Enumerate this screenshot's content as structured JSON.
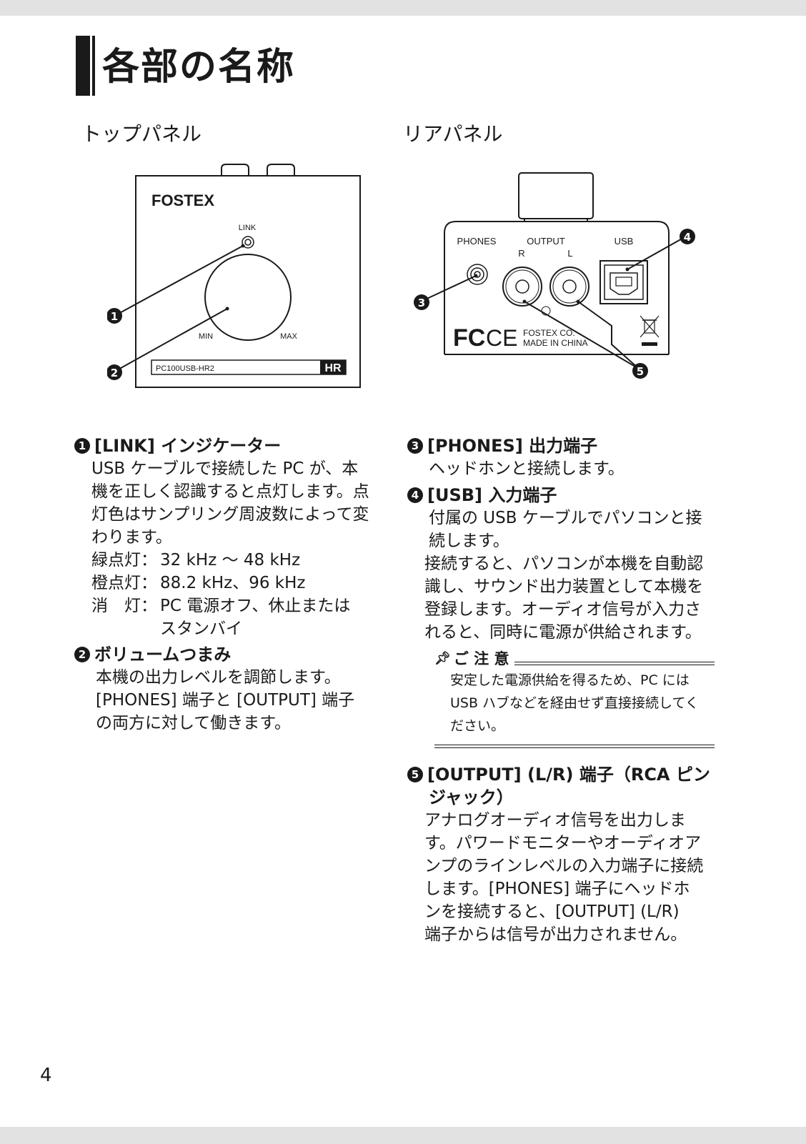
{
  "page": {
    "title": "各部の名称",
    "page_number": "4"
  },
  "top_panel": {
    "heading": "トップパネル",
    "brand": "FOSTEX",
    "link_label": "LINK",
    "min_label": "MIN",
    "max_label": "MAX",
    "model": "PC100USB-HR2",
    "hr_badge": "HR",
    "callout_1": "1",
    "callout_2": "2"
  },
  "rear_panel": {
    "heading": "リアパネル",
    "phones_label": "PHONES",
    "output_label": "OUTPUT",
    "r_label": "R",
    "l_label": "L",
    "usb_label": "USB",
    "fcc_mark": "FC",
    "ce_mark": "CE",
    "maker_line1": "FOSTEX CO.",
    "maker_line2": "MADE IN CHINA",
    "callout_3": "3",
    "callout_4": "4",
    "callout_5": "5"
  },
  "items": {
    "link": {
      "num": "1",
      "title": "[LINK] インジケーター",
      "lines": [
        "USB ケーブルで接続した PC が、本",
        "機を正しく認識すると点灯します。点",
        "灯色はサンプリング周波数によって変",
        "わります。"
      ],
      "rows": [
        {
          "label": "緑点灯：",
          "value": "32 kHz ～ 48 kHz"
        },
        {
          "label": "橙点灯：",
          "value": "88.2 kHz、96 kHz"
        },
        {
          "label": "消　灯：",
          "value": "PC 電源オフ、休止または"
        },
        {
          "label": "",
          "value": "スタンバイ"
        }
      ]
    },
    "volume": {
      "num": "2",
      "title": "ボリュームつまみ",
      "lines": [
        "本機の出力レベルを調節します。",
        "[PHONES] 端子と [OUTPUT] 端子",
        "の両方に対して働きます。"
      ]
    },
    "phones": {
      "num": "3",
      "title": "[PHONES] 出力端子",
      "lines": [
        "ヘッドホンと接続します。"
      ]
    },
    "usb": {
      "num": "4",
      "title": "[USB] 入力端子",
      "lines": [
        "付属の USB ケーブルでパソコンと接",
        "続します。"
      ],
      "lines2": [
        "接続すると、パソコンが本機を自動認",
        "識し、サウンド出力装置として本機を",
        "登録します。オーディオ信号が入力さ",
        "れると、同時に電源が供給されます。"
      ]
    },
    "note": {
      "title": "ご 注 意",
      "lines": [
        "安定した電源供給を得るため、PC には",
        "USB ハブなどを経由せず直接接続してく",
        "ださい。"
      ]
    },
    "output": {
      "num": "5",
      "title_line1": "[OUTPUT] (L/R) 端子（RCA ピン",
      "title_line2": "ジャック）",
      "lines": [
        "アナログオーディオ信号を出力しま",
        "す。パワードモニターやオーディオア",
        "ンプのラインレベルの入力端子に接続",
        "します。[PHONES] 端子にヘッドホ",
        "ンを接続すると、[OUTPUT] (L/R)",
        "端子からは信号が出力されません。"
      ]
    }
  }
}
